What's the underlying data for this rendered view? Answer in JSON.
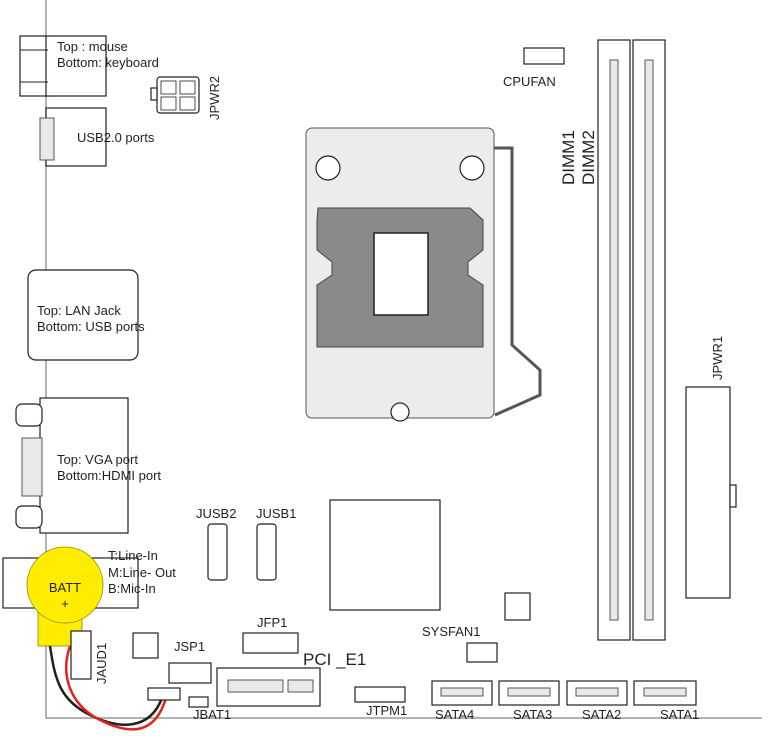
{
  "labels": {
    "ps2_top": "Top : mouse",
    "ps2_bottom": "Bottom: keyboard",
    "jpwr2": "JPWR2",
    "usb": "USB2.0  ports",
    "cpufan": "CPUFAN",
    "dimm1": "DIMM1",
    "dimm2": "DIMM2",
    "lan_top": "Top: LAN Jack",
    "lan_bottom": "Bottom: USB ports",
    "jpwr1": "JPWR1",
    "vga_top": "Top: VGA port",
    "vga_bottom": "Bottom:HDMI port",
    "jusb2": "JUSB2",
    "jusb1": "JUSB1",
    "audio_t": "T:Line-In",
    "audio_m": "M:Line- Out",
    "audio_b": "B:Mic-In",
    "batt": "BATT",
    "batt_plus": "+",
    "jaud1": "JAUD1",
    "jsp1": "JSP1",
    "jfp1": "JFP1",
    "pcie1": "PCI _E1",
    "sysfan1": "SYSFAN1",
    "jbat1": "JBAT1",
    "jtpm1": "JTPM1",
    "sata4": "SATA4",
    "sata3": "SATA3",
    "sata2": "SATA2",
    "sata1": "SATA1"
  },
  "colors": {
    "battery": "#ffec00",
    "wire_red": "#e2231a",
    "wire_black": "#231f20",
    "board_outline": "#9a9a9a"
  }
}
